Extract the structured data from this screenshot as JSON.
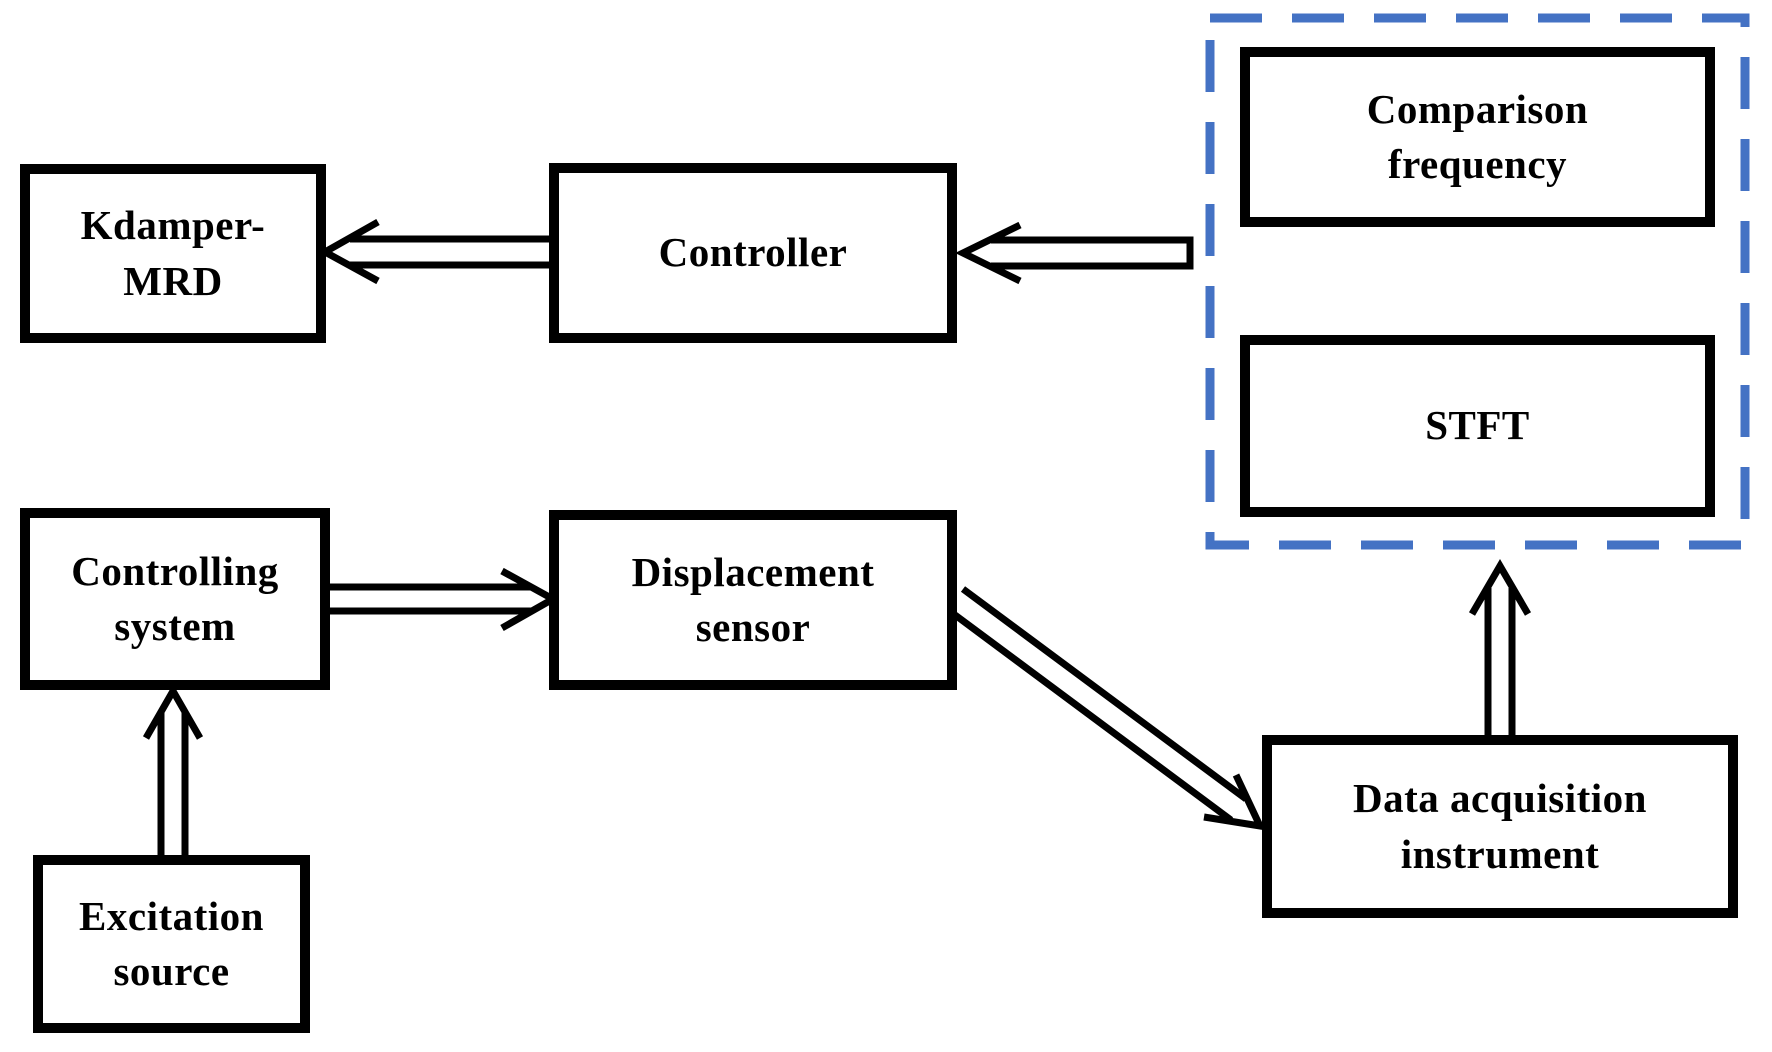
{
  "diagram": {
    "colors": {
      "background": "#ffffff",
      "box_border": "#000000",
      "box_fill": "#ffffff",
      "text": "#000000",
      "arrow": "#000000",
      "dashed_group_border": "#4472C4"
    },
    "boxes": {
      "kdamper_mrd": {
        "lines": [
          "Kdamper-",
          "MRD"
        ]
      },
      "controller": {
        "lines": [
          "Controller"
        ]
      },
      "comparison_frequency": {
        "lines": [
          "Comparison",
          "frequency"
        ]
      },
      "stft": {
        "lines": [
          "STFT"
        ]
      },
      "controlling_system": {
        "lines": [
          "Controlling",
          "system"
        ]
      },
      "displacement_sensor": {
        "lines": [
          "Displacement",
          "sensor"
        ]
      },
      "excitation_source": {
        "lines": [
          "Excitation",
          "source"
        ]
      },
      "data_acquisition": {
        "lines": [
          "Data acquisition",
          "instrument"
        ]
      }
    },
    "groups": {
      "analysis_group": {
        "border_style": "dashed",
        "contains": [
          "comparison_frequency",
          "stft"
        ]
      }
    },
    "arrows": [
      {
        "from": "analysis_group",
        "to": "controller",
        "direction": "left",
        "style": "hollow"
      },
      {
        "from": "controller",
        "to": "kdamper_mrd",
        "direction": "left",
        "style": "hollow"
      },
      {
        "from": "controlling_system",
        "to": "displacement_sensor",
        "direction": "right",
        "style": "hollow"
      },
      {
        "from": "excitation_source",
        "to": "controlling_system",
        "direction": "up",
        "style": "hollow"
      },
      {
        "from": "displacement_sensor",
        "to": "data_acquisition",
        "direction": "down-right",
        "style": "hollow"
      },
      {
        "from": "data_acquisition",
        "to": "analysis_group",
        "direction": "up",
        "style": "hollow"
      }
    ]
  }
}
